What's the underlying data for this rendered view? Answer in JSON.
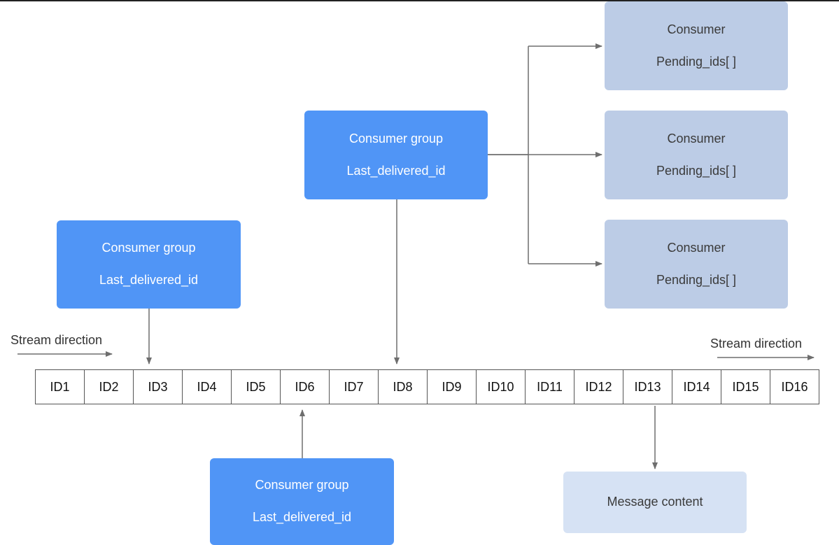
{
  "groups": [
    {
      "title": "Consumer group",
      "field": "Last_delivered_id"
    },
    {
      "title": "Consumer group",
      "field": "Last_delivered_id"
    },
    {
      "title": "Consumer group",
      "field": "Last_delivered_id"
    }
  ],
  "consumers": [
    {
      "title": "Consumer",
      "field": "Pending_ids[ ]"
    },
    {
      "title": "Consumer",
      "field": "Pending_ids[ ]"
    },
    {
      "title": "Consumer",
      "field": "Pending_ids[ ]"
    }
  ],
  "message": {
    "label": "Message content"
  },
  "stream": {
    "direction_label_left": "Stream direction",
    "direction_label_right": "Stream direction",
    "ids": [
      "ID1",
      "ID2",
      "ID3",
      "ID4",
      "ID5",
      "ID6",
      "ID7",
      "ID8",
      "ID9",
      "ID10",
      "ID11",
      "ID12",
      "ID13",
      "ID14",
      "ID15",
      "ID16"
    ]
  },
  "colors": {
    "group": "#5095f6",
    "consumer": "#bccce6",
    "message": "#d6e2f4",
    "connector": "#6e6e6e"
  }
}
